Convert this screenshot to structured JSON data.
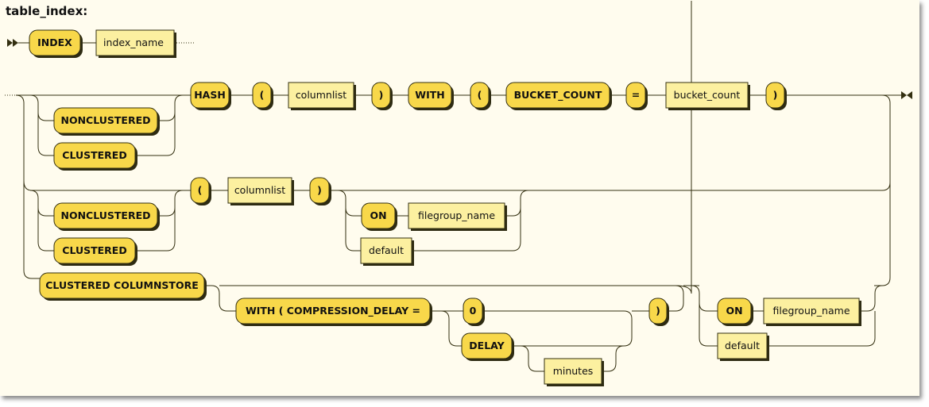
{
  "rule": "table_index:",
  "row1": {
    "index_keyword": "INDEX",
    "index_name": "index_name"
  },
  "hash_branch": {
    "nonclustered": "NONCLUSTERED",
    "clustered": "CLUSTERED",
    "hash": "HASH",
    "open_paren": "(",
    "columnlist": "columnlist",
    "close_paren": ")",
    "with": "WITH",
    "open_paren2": "(",
    "bucket_count_kw": "BUCKET_COUNT",
    "equals": "=",
    "bucket_count": "bucket_count",
    "close_paren2": ")"
  },
  "column_branch": {
    "nonclustered": "NONCLUSTERED",
    "clustered": "CLUSTERED",
    "open_paren": "(",
    "columnlist": "columnlist",
    "close_paren": ")",
    "on": "ON",
    "filegroup_name": "filegroup_name",
    "default": "default"
  },
  "columnstore_branch": {
    "clustered_columnstore": "CLUSTERED COLUMNSTORE",
    "with_compression_delay": "WITH ( COMPRESSION_DELAY =",
    "zero": "0",
    "delay": "DELAY",
    "minutes": "minutes",
    "close_paren": ")",
    "on": "ON",
    "filegroup_name": "filegroup_name",
    "default": "default"
  }
}
